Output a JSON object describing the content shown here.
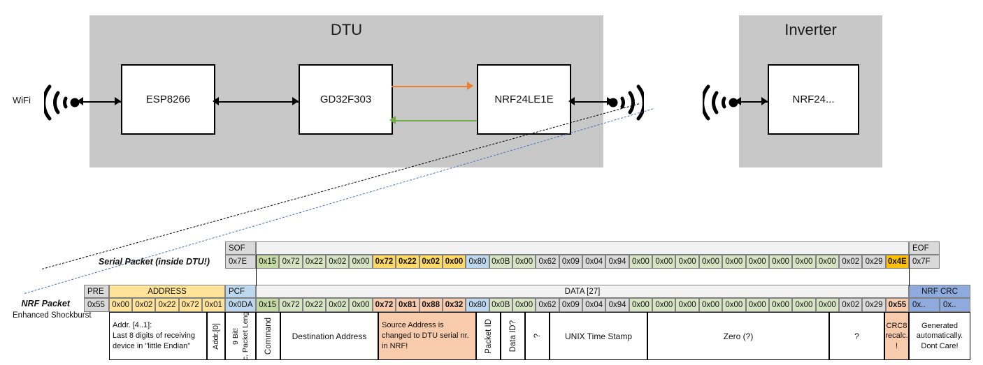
{
  "diagram": {
    "dtu": {
      "title": "DTU",
      "chips": [
        {
          "name": "esp8266",
          "label": "ESP8266"
        },
        {
          "name": "gd32f303",
          "label": "GD32F303"
        },
        {
          "name": "nrf24le1e",
          "label": "NRF24LE1E"
        }
      ]
    },
    "inverter": {
      "title": "Inverter",
      "chips": [
        {
          "name": "nrf24",
          "label": "NRF24..."
        }
      ]
    },
    "wifi_label": "WiFi",
    "links": [
      {
        "name": "tx-link",
        "color": "#ED7D31",
        "direction": "right"
      },
      {
        "name": "rx-link",
        "color": "#70AD47",
        "direction": "left"
      }
    ]
  },
  "serial_packet": {
    "label": "Serial Packet (inside DTU!)",
    "sof_header": "SOF",
    "eof_header": "EOF",
    "sof_value": "0x7E",
    "eof_value": "0x7F",
    "bytes": [
      {
        "v": "0x15",
        "c": "greendark"
      },
      {
        "v": "0x72",
        "c": "green"
      },
      {
        "v": "0x22",
        "c": "green"
      },
      {
        "v": "0x02",
        "c": "green"
      },
      {
        "v": "0x00",
        "c": "green"
      },
      {
        "v": "0x72",
        "c": "yellow"
      },
      {
        "v": "0x22",
        "c": "yellow"
      },
      {
        "v": "0x02",
        "c": "yellow"
      },
      {
        "v": "0x00",
        "c": "yellow"
      },
      {
        "v": "0x80",
        "c": "blue"
      },
      {
        "v": "0x0B",
        "c": "green"
      },
      {
        "v": "0x00",
        "c": "green"
      },
      {
        "v": "0x62",
        "c": "gray"
      },
      {
        "v": "0x09",
        "c": "gray"
      },
      {
        "v": "0x04",
        "c": "gray"
      },
      {
        "v": "0x94",
        "c": "gray"
      },
      {
        "v": "0x00",
        "c": "green"
      },
      {
        "v": "0x00",
        "c": "green"
      },
      {
        "v": "0x00",
        "c": "green"
      },
      {
        "v": "0x00",
        "c": "green"
      },
      {
        "v": "0x00",
        "c": "green"
      },
      {
        "v": "0x00",
        "c": "green"
      },
      {
        "v": "0x00",
        "c": "green"
      },
      {
        "v": "0x00",
        "c": "green"
      },
      {
        "v": "0x00",
        "c": "green"
      },
      {
        "v": "0x02",
        "c": "gray"
      },
      {
        "v": "0x29",
        "c": "gray"
      },
      {
        "v": "0x4E",
        "c": "orange"
      }
    ]
  },
  "nrf_packet": {
    "label": "NRF Packet",
    "sublabel": "Enhanced Shockburst",
    "headers": {
      "pre": "PRE",
      "address": "ADDRESS",
      "pcf": "PCF",
      "data": "DATA [27]",
      "crc": "NRF CRC"
    },
    "pre_value": "0x55",
    "address_values": [
      "0x00",
      "0x02",
      "0x22",
      "0x72",
      "0x01"
    ],
    "pcf_value": "0x0DA",
    "crc_values": [
      "0x..",
      "0x.."
    ],
    "bytes": [
      {
        "v": "0x15",
        "c": "greendark"
      },
      {
        "v": "0x72",
        "c": "green"
      },
      {
        "v": "0x22",
        "c": "green"
      },
      {
        "v": "0x02",
        "c": "green"
      },
      {
        "v": "0x00",
        "c": "green"
      },
      {
        "v": "0x72",
        "c": "salmon"
      },
      {
        "v": "0x81",
        "c": "salmon"
      },
      {
        "v": "0x88",
        "c": "salmon"
      },
      {
        "v": "0x32",
        "c": "salmon"
      },
      {
        "v": "0x80",
        "c": "blue"
      },
      {
        "v": "0x0B",
        "c": "green"
      },
      {
        "v": "0x00",
        "c": "green"
      },
      {
        "v": "0x62",
        "c": "gray"
      },
      {
        "v": "0x09",
        "c": "gray"
      },
      {
        "v": "0x04",
        "c": "gray"
      },
      {
        "v": "0x94",
        "c": "gray"
      },
      {
        "v": "0x00",
        "c": "green"
      },
      {
        "v": "0x00",
        "c": "green"
      },
      {
        "v": "0x00",
        "c": "green"
      },
      {
        "v": "0x00",
        "c": "green"
      },
      {
        "v": "0x00",
        "c": "green"
      },
      {
        "v": "0x00",
        "c": "green"
      },
      {
        "v": "0x00",
        "c": "green"
      },
      {
        "v": "0x00",
        "c": "green"
      },
      {
        "v": "0x00",
        "c": "green"
      },
      {
        "v": "0x02",
        "c": "gray"
      },
      {
        "v": "0x29",
        "c": "gray"
      },
      {
        "v": "0x55",
        "c": "salmon"
      }
    ]
  },
  "annotations": {
    "address_note": "Addr. [4..1]:\nLast 8 digits of receiving device in \"little Endian\"",
    "addr0": "Addr.[0]",
    "pcf_note_a": "9 Bit!",
    "pcf_note_b": "Inc. Packet Length",
    "command": "Command",
    "destination_address": "Destination Address",
    "source_address_note": "Source Address is changed to DTU serial nr. in NRF!",
    "packet_id": "Packet ID",
    "data_id": "Data ID?",
    "question_1": "?",
    "unix_time_stamp": "UNIX Time Stamp",
    "zero": "Zero (?)",
    "question_2": "?",
    "crc8": "CRC8 recalc. !",
    "crc_note": "Generated automatically. Dont Care!"
  }
}
